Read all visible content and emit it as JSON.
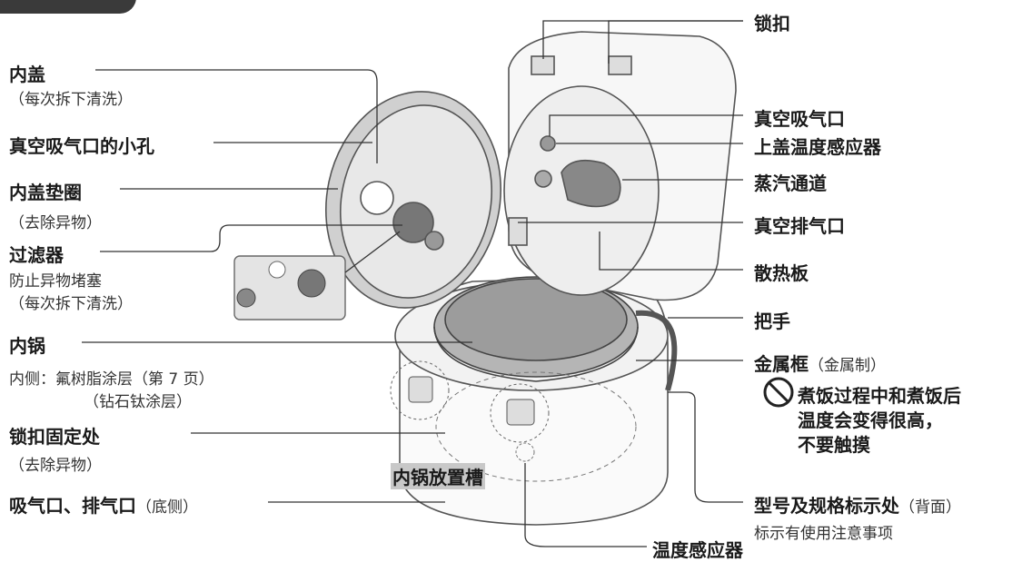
{
  "labels": {
    "inner_lid": "内盖",
    "inner_lid_note": "（每次拆下清洗）",
    "vacuum_hole": "真空吸气口的小孔",
    "lid_gasket": "内盖垫圈",
    "lid_gasket_note": "（去除异物）",
    "filter": "过滤器",
    "filter_note1": "防止异物堵塞",
    "filter_note2": "（每次拆下清洗）",
    "inner_pot": "内锅",
    "inner_pot_note1": "内侧：氟树脂涂层（第 7 页）",
    "inner_pot_note2": "（钻石钛涂层）",
    "latch_fix": "锁扣固定处",
    "latch_fix_note": "（去除异物）",
    "pot_slot": "内锅放置槽",
    "vents": "吸气口、排气口",
    "vents_note": "（底侧）",
    "latch": "锁扣",
    "vacuum_intake": "真空吸气口",
    "lid_sensor": "上盖温度感应器",
    "steam_path": "蒸汽通道",
    "vacuum_exhaust": "真空排气口",
    "heat_plate": "散热板",
    "handle": "把手",
    "metal_frame": "金属框",
    "metal_frame_note": "（金属制）",
    "warning1": "煮饭过程中和煮饭后",
    "warning2": "温度会变得很高，",
    "warning3": "不要触摸",
    "model_label": "型号及规格标示处",
    "model_label_note": "（背面）",
    "model_label_sub": "标示有使用注意事项",
    "temp_sensor": "温度感应器"
  }
}
